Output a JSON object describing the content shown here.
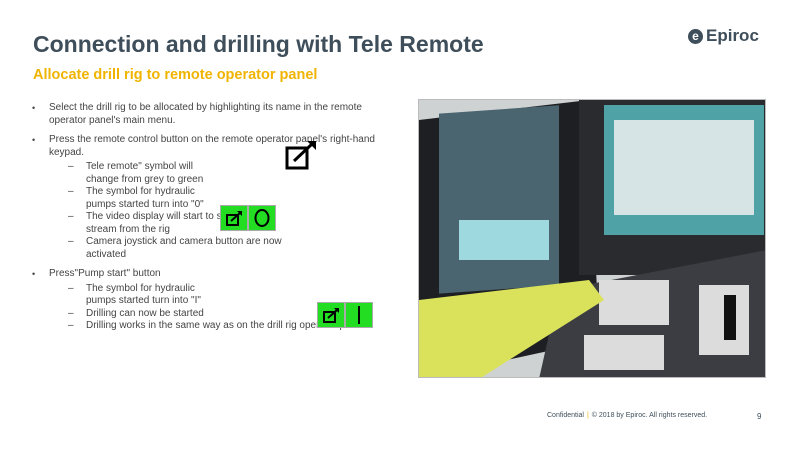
{
  "header": {
    "title": "Connection and drilling with Tele Remote",
    "subtitle": "Allocate drill rig to remote operator panel",
    "logo_text": "Epiroc"
  },
  "bullets": [
    {
      "text": "Select the drill rig to be allocated by highlighting its name in the remote operator panel's main menu.",
      "subs": []
    },
    {
      "text": "Press the remote control button on the remote operator panel's right-hand keypad.",
      "subs": [
        "Tele remote\" symbol will change from grey to green",
        "The symbol for hydraulic pumps started turn into \"0\"",
        "The video display will start to show a video stream from the rig",
        "Camera joystick and camera button are now activated"
      ]
    },
    {
      "text": "Press\"Pump start\" button",
      "subs": [
        "The symbol for hydraulic pumps started turn into \"I\"",
        "Drilling can now be started",
        "Drilling works in the same way as on the drill rig operator panel"
      ]
    }
  ],
  "icons": {
    "remote": "tele-remote-icon",
    "pump_off": "circle-zero-icon",
    "pump_on": "bar-one-icon",
    "green": "#22dd22"
  },
  "footer": {
    "confidential": "Confidential",
    "copyright": "© 2018 by Epiroc. All rights reserved.",
    "page": "9"
  }
}
